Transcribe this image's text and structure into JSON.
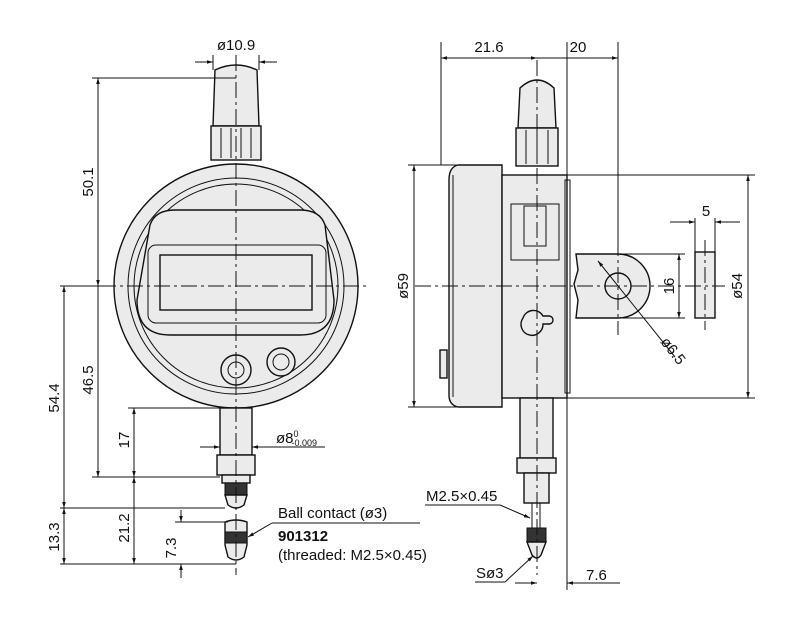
{
  "title": "Digital indicator dimensional drawing",
  "front_view": {
    "stem_cap_diameter": "ø10.9",
    "height_top": "50.1",
    "height_total": "54.4",
    "height_to_stem": "46.5",
    "stem_length": "17",
    "stem_diameter": "ø8",
    "stem_tol_upper": "0",
    "stem_tol_lower": "-0.009",
    "tip_height": "13.3",
    "contact_height": "21.2",
    "ball_height": "7.3",
    "ball_label": "Ball contact (ø3)",
    "ball_part_no": "901312",
    "ball_thread": "(threaded: M2.5×0.45)"
  },
  "side_view": {
    "depth_front": "21.6",
    "depth_back": "20",
    "bezel_diameter": "ø59",
    "lug_thickness": "5",
    "lug_width": "16",
    "body_diameter": "ø54",
    "hole_diameter": "ø6.5",
    "thread": "M2.5×0.45",
    "sphere": "Sø3",
    "tip_offset": "7.6"
  }
}
